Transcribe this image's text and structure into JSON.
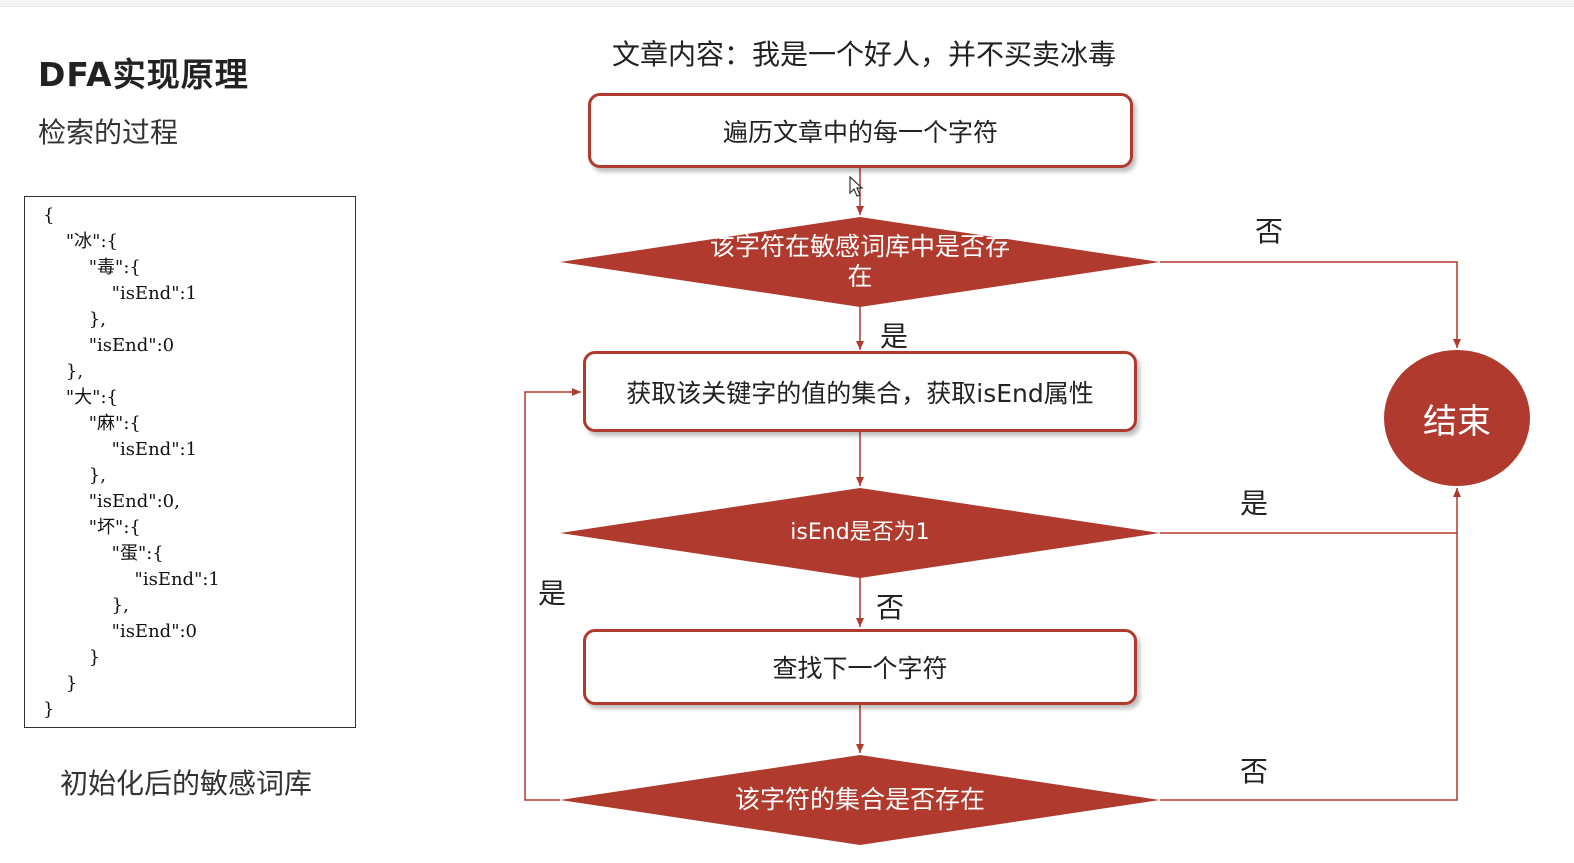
{
  "page": {
    "title": "DFA实现原理",
    "subtitle": "检索的过程",
    "caption": "初始化后的敏感词库",
    "article": "文章内容：我是一个好人，并不买卖冰毒"
  },
  "code_block": "{\n    \"冰\":{\n        \"毒\":{\n            \"isEnd\":1\n        },\n        \"isEnd\":0\n    },\n    \"大\":{\n        \"麻\":{\n            \"isEnd\":1\n        },\n        \"isEnd\":0,\n        \"坏\":{\n            \"蛋\":{\n                \"isEnd\":1\n            },\n            \"isEnd\":0\n        }\n    }\n}",
  "flow": {
    "nodes": {
      "traverse": "遍历文章中的每一个字符",
      "check_exists": "该字符在敏感词库中是否存在",
      "get_set": "获取该关键字的值的集合，获取isEnd属性",
      "check_isend": "isEnd是否为1",
      "find_next": "查找下一个字符",
      "check_set": "该字符的集合是否存在",
      "end": "结束"
    },
    "edge_labels": {
      "exists_no": "否",
      "exists_yes": "是",
      "isend_yes": "是",
      "isend_no": "否",
      "set_yes": "是",
      "set_no": "否"
    }
  },
  "colors": {
    "accent": "#b03a2e",
    "text": "#222222"
  }
}
